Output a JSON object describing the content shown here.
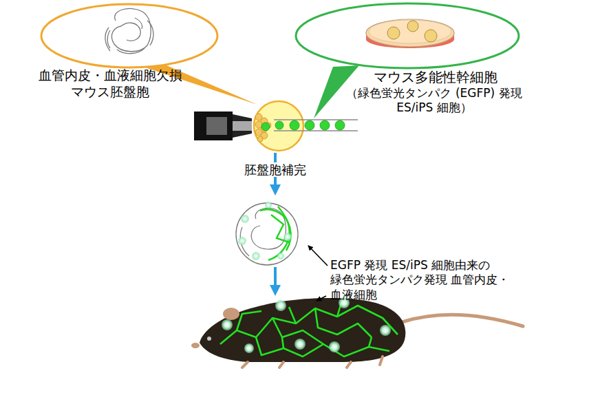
{
  "diagram": {
    "labels": [
      "血管内皮・血液細胞欠損 マウス胚盤胞",
      "マウス多能性幹細胞",
      "（緑色蛍光タンパク (EGFP) 発現 ES/iPS 細胞）",
      "胚盤胞補完",
      "EGFP 発現 ES/iPS 細胞由来の 緑色蛍光タンパク発現 血管内皮・血液細胞"
    ]
  }
}
